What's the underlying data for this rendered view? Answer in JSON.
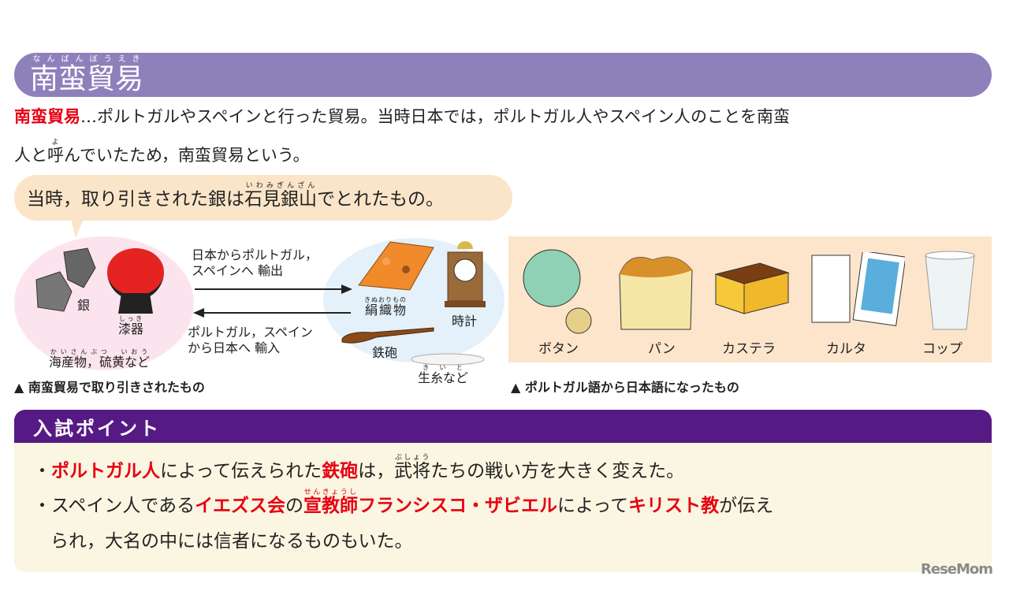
{
  "header": {
    "title": "南蛮貿易",
    "title_ruby": "なんばんぼうえき"
  },
  "definition": {
    "term": "南蛮貿易",
    "line1_rest": "…ポルトガルやスペインと行った貿易。当時日本では，ポルトガル人やスペイン人のことを南蛮",
    "line2_pre": "人と",
    "line2_kanji": "呼",
    "line2_ruby": "よ",
    "line2_rest": "んでいたため，南蛮貿易という。"
  },
  "bubble": {
    "pre": "当時，取り引きされた銀は",
    "kanji": "石見銀山",
    "ruby": "いわみぎんざん",
    "post": "でとれたもの。"
  },
  "trade": {
    "japan_items": [
      {
        "label": "銀",
        "ruby": ""
      },
      {
        "label": "漆器",
        "ruby": "しっき"
      },
      {
        "label": "海産物，硫黄など",
        "ruby": "かいさんぶつ　いおう"
      }
    ],
    "export_label_1": "日本からポルトガル，",
    "export_label_2": "スペインへ 輸出",
    "import_label_1": "ポルトガル，スペイン",
    "import_label_2": "から日本へ 輸入",
    "foreign_items": [
      {
        "label": "絹織物",
        "ruby": "きぬおりもの"
      },
      {
        "label": "時計",
        "ruby": ""
      },
      {
        "label": "鉄砲",
        "ruby": ""
      },
      {
        "label": "生糸など",
        "ruby": "きいと"
      }
    ],
    "caption": "▲ 南蛮貿易で取り引きされたもの"
  },
  "loanwords": {
    "items": [
      "ボタン",
      "パン",
      "カステラ",
      "カルタ",
      "コップ"
    ],
    "caption": "▲ ポルトガル語から日本語になったもの"
  },
  "exam_point": {
    "title": "入試ポイント",
    "line1": [
      {
        "text": "・",
        "red": false
      },
      {
        "text": "ポルトガル人",
        "red": true
      },
      {
        "text": "によって伝えられた",
        "red": false
      },
      {
        "text": "鉄砲",
        "red": true
      },
      {
        "text": "は，",
        "red": false
      },
      {
        "text": "武将",
        "red": false,
        "ruby": "ぶしょう"
      },
      {
        "text": "たちの戦い方を大きく変えた。",
        "red": false
      }
    ],
    "line2": [
      {
        "text": "・スペイン人である",
        "red": false
      },
      {
        "text": "イエズス会",
        "red": true
      },
      {
        "text": "の",
        "red": false
      },
      {
        "text": "宣教師",
        "red": true,
        "ruby": "せんきょうし"
      },
      {
        "text": "フランシスコ・ザビエル",
        "red": true
      },
      {
        "text": "によって",
        "red": false
      },
      {
        "text": "キリスト教",
        "red": true
      },
      {
        "text": "が伝え",
        "red": false
      }
    ],
    "line3": "られ，大名の中には信者になるものもいた。"
  },
  "logo": "ReseMom",
  "colors": {
    "header": "#8e80bb",
    "highlight": "#e60012",
    "point_header": "#561a85",
    "point_body": "#faf6e1",
    "bubble": "#fbe5c8"
  }
}
